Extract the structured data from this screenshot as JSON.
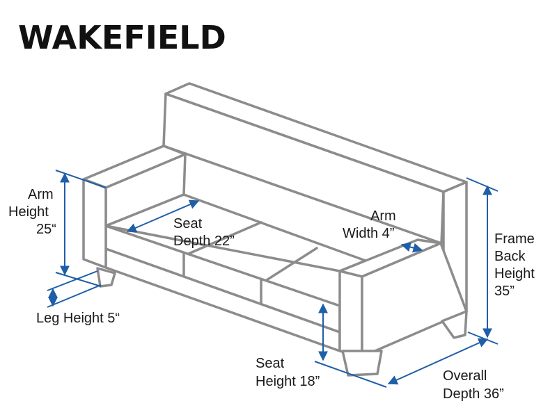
{
  "title": "WAKEFIELD",
  "colors": {
    "sofa_outline": "#8c8c8c",
    "dimension_lines": "#1f5ea8",
    "text": "#1a1a1a"
  },
  "dimensions": {
    "arm_height": {
      "line1": "Arm",
      "line2": "Height",
      "line3": "25“"
    },
    "seat_depth": {
      "line1": "Seat",
      "line2": "Depth 22”"
    },
    "arm_width": {
      "line1": "Arm",
      "line2": "Width 4”"
    },
    "frame_back_height": {
      "line1": "Frame",
      "line2": "Back",
      "line3": "Height",
      "line4": "35”"
    },
    "leg_height": {
      "line1": "Leg Height 5“"
    },
    "seat_height": {
      "line1": "Seat",
      "line2": "Height 18”"
    },
    "overall_depth": {
      "line1": "Overall",
      "line2": "Depth 36”"
    }
  }
}
